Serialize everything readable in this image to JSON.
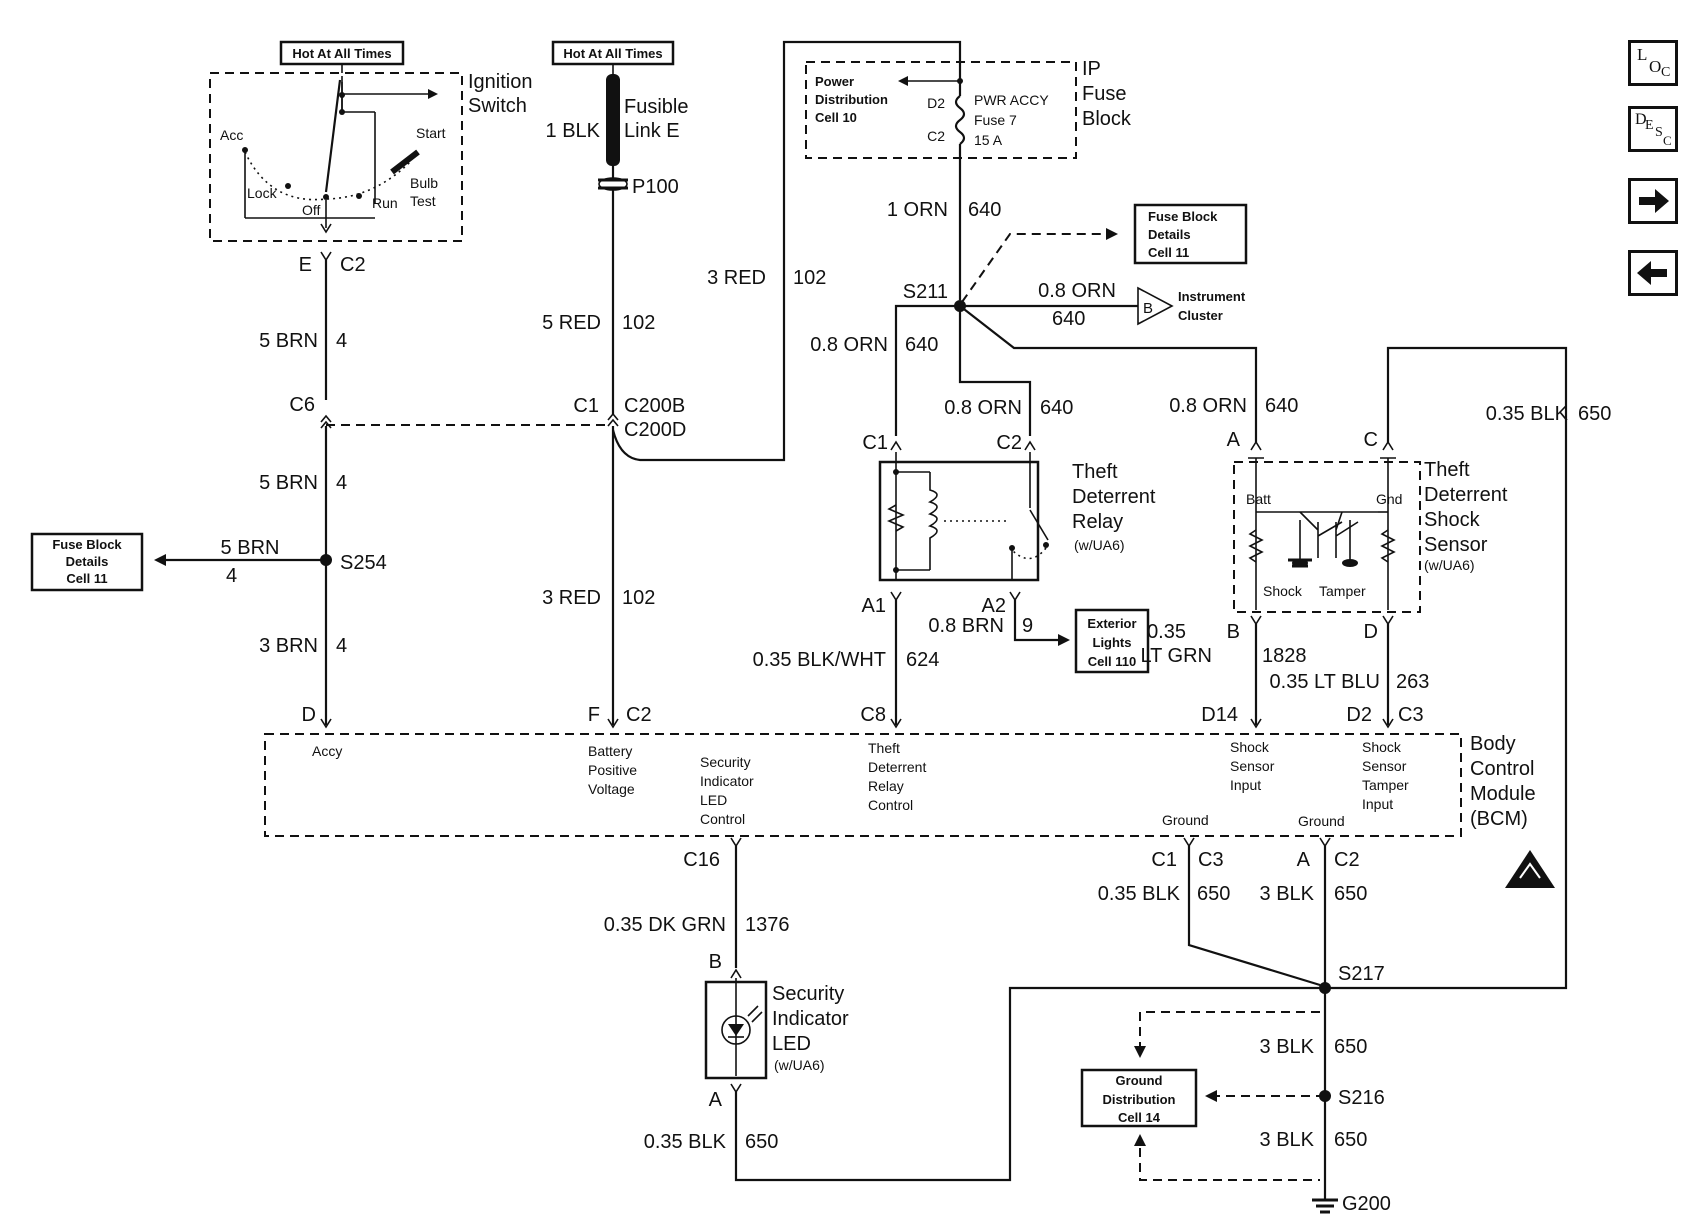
{
  "labels": {
    "hot1": "Hot At All Times",
    "hot2": "Hot At All Times",
    "ign_l1": "Ignition",
    "ign_l2": "Switch",
    "acc": "Acc",
    "start": "Start",
    "lock": "Lock",
    "off": "Off",
    "run": "Run",
    "bulb": "Bulb",
    "test": "Test",
    "ign_e": "E",
    "ign_c2": "C2",
    "w5brn": "5 BRN",
    "w4a": "4",
    "c6": "C6",
    "w5brn_b": "5 BRN",
    "w4b": "4",
    "fbd1_l1": "Fuse Block",
    "fbd1_l2": "Details",
    "fbd1_l3": "Cell 11",
    "w5brn_c": "5 BRN",
    "w4c": "4",
    "s254": "S254",
    "w3brn": "3 BRN",
    "w4d": "4",
    "bcm_d": "D",
    "fl_l1": "Fusible",
    "fl_l2": "Link E",
    "w1blk": "1 BLK",
    "p100": "P100",
    "w5red": "5 RED",
    "w102a": "102",
    "c1": "C1",
    "c200b": "C200B",
    "c200d": "C200D",
    "w3red_b": "3 RED",
    "w102c": "102",
    "bcm_f": "F",
    "bcm_c2": "C2",
    "w3red_a": "3 RED",
    "w102b": "102",
    "pd_l1": "Power",
    "pd_l2": "Distribution",
    "pd_l3": "Cell 10",
    "d2": "D2",
    "c2f": "C2",
    "fuse_l1": "PWR ACCY",
    "fuse_l2": "Fuse 7",
    "fuse_l3": "15 A",
    "ip_l1": "IP",
    "ip_l2": "Fuse",
    "ip_l3": "Block",
    "w1orn": "1 ORN",
    "w640a": "640",
    "fbd2_l1": "Fuse Block",
    "fbd2_l2": "Details",
    "fbd2_l3": "Cell 11",
    "s211": "S211",
    "w08orn_ic": "0.8 ORN",
    "w640_ic": "640",
    "ic_b": "B",
    "ic_l1": "Instrument",
    "ic_l2": "Cluster",
    "w08orn_c1": "0.8 ORN",
    "w640_c1": "640",
    "w08orn_c2": "0.8 ORN",
    "w640_c2": "640",
    "relay_c1": "C1",
    "relay_c2": "C2",
    "relay_l1": "Theft",
    "relay_l2": "Deterrent",
    "relay_l3": "Relay",
    "relay_l4": "(w/UA6)",
    "relay_a1": "A1",
    "relay_a2": "A2",
    "w08brn": "0.8 BRN",
    "w9": "9",
    "el_l1": "Exterior",
    "el_l2": "Lights",
    "el_l3": "Cell 110",
    "w035bw": "0.35 BLK/WHT",
    "w624": "624",
    "bcm_c8": "C8",
    "w08orn_ss": "0.8 ORN",
    "w640_ss": "640",
    "ss_a": "A",
    "ss_c": "C",
    "batt": "Batt",
    "gnd": "Gnd",
    "shock": "Shock",
    "tamper": "Tamper",
    "ss_l1": "Theft",
    "ss_l2": "Deterrent",
    "ss_l3": "Shock",
    "ss_l4": "Sensor",
    "ss_l5": "(w/UA6)",
    "w035": "0.35",
    "ss_b": "B",
    "ltgrn": "LT GRN",
    "w1828": "1828",
    "ss_d": "D",
    "w035ltblu": "0.35 LT BLU",
    "w263": "263",
    "bcm_d14": "D14",
    "bcm_d2": "D2",
    "bcm_c3": "C3",
    "w035blk_r": "0.35 BLK",
    "w650_r": "650",
    "bcm_pin1": "Accy",
    "bcm_pin2_l1": "Battery",
    "bcm_pin2_l2": "Positive",
    "bcm_pin2_l3": "Voltage",
    "bcm_pin3_l1": "Security",
    "bcm_pin3_l2": "Indicator",
    "bcm_pin3_l3": "LED",
    "bcm_pin3_l4": "Control",
    "bcm_pin4_l1": "Theft",
    "bcm_pin4_l2": "Deterrent",
    "bcm_pin4_l3": "Relay",
    "bcm_pin4_l4": "Control",
    "bcm_pin5_l1": "Shock",
    "bcm_pin5_l2": "Sensor",
    "bcm_pin5_l3": "Input",
    "bcm_pin6_l1": "Shock",
    "bcm_pin6_l2": "Sensor",
    "bcm_pin6_l3": "Tamper",
    "bcm_pin6_l4": "Input",
    "ground1": "Ground",
    "ground2": "Ground",
    "bcm_l1": "Body",
    "bcm_l2": "Control",
    "bcm_l3": "Module",
    "bcm_l4": "(BCM)",
    "c16": "C16",
    "w035dkgrn": "0.35 DK GRN",
    "w1376": "1376",
    "led_b": "B",
    "led_l1": "Security",
    "led_l2": "Indicator",
    "led_l3": "LED",
    "led_l4": "(w/UA6)",
    "led_a": "A",
    "w035blk_led": "0.35 BLK",
    "w650_led": "650",
    "g_c1": "C1",
    "g_c3": "C3",
    "g_a": "A",
    "g_c2": "C2",
    "w035blk_g": "0.35 BLK",
    "w650_g1": "650",
    "w3blk_g": "3 BLK",
    "w650_g2": "650",
    "s217": "S217",
    "w3blk_s216": "3 BLK",
    "w650_s216": "650",
    "gd_l1": "Ground",
    "gd_l2": "Distribution",
    "gd_l3": "Cell 14",
    "s216": "S216",
    "w3blk_g200": "3 BLK",
    "w650_g200": "650",
    "g200": "G200"
  },
  "nav": {
    "loc_main": "L",
    "loc_sub1": "O",
    "loc_sub2": "C",
    "desc_main": "D",
    "desc_sub1": "E",
    "desc_sub2": "S",
    "desc_sub3": "C"
  },
  "icons": [
    "loc-icon",
    "desc-icon",
    "arrow-right-icon",
    "arrow-left-icon",
    "esd-warning-icon",
    "ground-icon"
  ]
}
